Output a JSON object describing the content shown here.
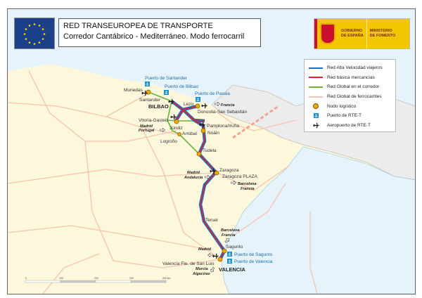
{
  "header": {
    "title_line1": "RED TRANSEUROPEA DE TRANSPORTE",
    "title_line2": "Corredor Cantábrico - Mediterráneo. Modo ferrocarril",
    "logo_text": [
      "GOBIERNO",
      "DE ESPAÑA",
      "MINISTERIO",
      "DE FOMENTO"
    ]
  },
  "legend": [
    {
      "label": "Red Alta Velocidad viajeros",
      "color": "#1f6fc0",
      "icon": "line"
    },
    {
      "label": "Red básica mercancías",
      "color": "#e0202a",
      "icon": "line"
    },
    {
      "label": "Red Global en el corredor",
      "color": "#6ab43c",
      "icon": "line"
    },
    {
      "label": "Red Global de ferrocarriles",
      "color": "#f7c3b0",
      "icon": "line"
    },
    {
      "label": "Nodo logístico",
      "color": "#f5a800",
      "icon": "node-icon"
    },
    {
      "label": "Puerto de RTE-T",
      "color": "#1a8fd0",
      "icon": "anchor-icon"
    },
    {
      "label": "Aeropuerto de RTE-T",
      "color": "#111111",
      "icon": "airplane-icon"
    }
  ],
  "places": {
    "muriedas": "Muriedas",
    "santander": "Santander",
    "bilbao": "BILBAO",
    "lezo": "Lezo",
    "donostia": "Donostia-San Sebastián",
    "vitoria": "Vitoria-Gasteiz",
    "jundiz": "Júndiz",
    "arrubal": "Arrúbal",
    "logrono": "Logroño",
    "pamplona": "Pamplona/Iruña",
    "noain": "Noáin",
    "tudela": "Tudela",
    "zaragoza": "Zaragoza",
    "zaragoza_plaza": "Zaragoza PLAZA",
    "teruel": "Teruel",
    "sagunto": "Sagunto",
    "valencia": "VALENCIA",
    "valencia_fte": "Valencia Fte. de San Luis"
  },
  "ports": {
    "santander": "Puerto de Santander",
    "bilbao": "Puerto de Bilbao",
    "pasaia": "Puerto de Pasaia",
    "sagunto": "Puerto de Sagunto",
    "valencia": "Puerto de Valencia"
  },
  "external": {
    "francia": "Francia",
    "madrid_portugal": [
      "Madrid",
      "Portugal"
    ],
    "madrid_andalucia": [
      "Madrid",
      "Andalucía"
    ],
    "barcelona_francia_1": [
      "Barcelona",
      "Francia"
    ],
    "barcelona_francia_2": [
      "Barcelona",
      "Francia"
    ],
    "madrid": "Madrid",
    "murcia_algeciras": [
      "Murcia",
      "Algeciras"
    ]
  },
  "scale": {
    "ticks": [
      "0",
      "100",
      "200",
      "300",
      "400 km"
    ]
  }
}
